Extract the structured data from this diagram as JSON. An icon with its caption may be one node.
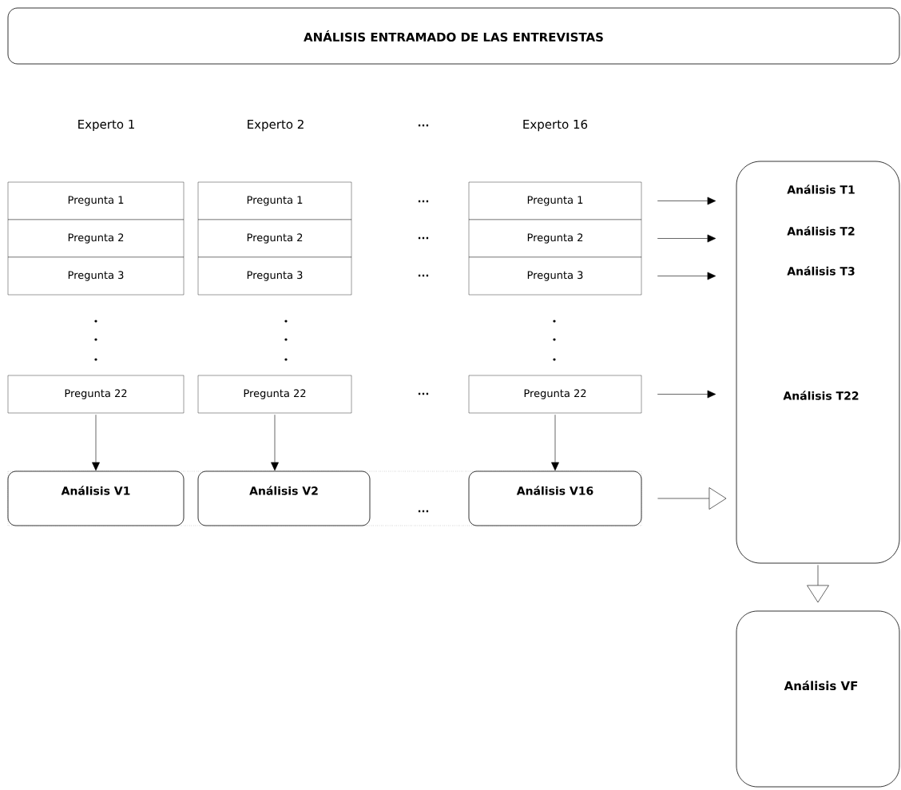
{
  "diagram": {
    "nodes": [
      {
        "text": [
          "ANÁLISIS ENTRAMADO DE LAS ENTREVISTAS"
        ]
      },
      {
        "text": [
          "Pregunta 1"
        ]
      },
      {
        "text": [
          "Pregunta 1"
        ]
      },
      {
        "text": [
          "Pregunta 1"
        ]
      },
      {
        "text": [
          "Pregunta 2"
        ]
      },
      {
        "text": [
          "Pregunta 2"
        ]
      },
      {
        "text": [
          "Pregunta 2"
        ]
      },
      {
        "text": [
          "Pregunta 3"
        ]
      },
      {
        "text": [
          "Pregunta 3"
        ]
      },
      {
        "text": [
          "Pregunta 3"
        ]
      },
      {
        "text": [
          "Pregunta 22"
        ]
      },
      {
        "text": [
          "Pregunta 22"
        ]
      },
      {
        "text": [
          "Pregunta 22"
        ]
      },
      {
        "text": [
          "Análisis V1"
        ]
      },
      {
        "text": [
          "Análisis V2"
        ]
      },
      {
        "text": [
          "Análisis V16"
        ]
      },
      {
        "text": [
          "Análisis T1",
          "Análisis T2",
          "Análisis T3",
          "Análisis T22"
        ]
      },
      {
        "text": [
          "Análisis VF"
        ]
      }
    ],
    "edges": [
      {
        "from": 10,
        "to": 13,
        "arrow": "to"
      },
      {
        "from": 11,
        "to": 14,
        "arrow": "to"
      },
      {
        "from": 12,
        "to": 15,
        "arrow": "to"
      },
      {
        "from": 3,
        "to": 16,
        "arrow": "to"
      },
      {
        "from": 6,
        "to": 16,
        "arrow": "to"
      },
      {
        "from": 9,
        "to": 16,
        "arrow": "to"
      },
      {
        "from": 12,
        "to": 16,
        "arrow": "to"
      },
      {
        "from": 15,
        "to": 16,
        "arrow": "to"
      },
      {
        "from": 16,
        "to": 17,
        "arrow": "to"
      }
    ],
    "labels": [
      "Experto 1",
      "Experto 2",
      "...",
      "Experto 16",
      "...",
      "...",
      "...",
      "...",
      "..."
    ]
  }
}
